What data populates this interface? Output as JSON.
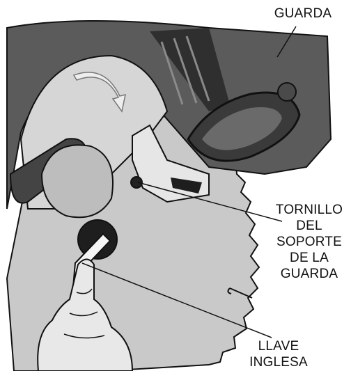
{
  "labels": {
    "guard": "GUARDA",
    "screw_line1": "TORNILLO",
    "screw_line2": "DEL",
    "screw_line3": "SOPORTE",
    "screw_line4": "DE LA",
    "screw_line5": "GUARDA",
    "wrench_line1": "LLAVE",
    "wrench_line2": "INGLESA"
  },
  "colors": {
    "guard_body": "#5b5b5b",
    "guard_dark": "#2f2f2f",
    "blade": "#c9c9c9",
    "lower_guard": "#b5b5b5",
    "hand": "#e8e8e8",
    "outline": "#111111"
  }
}
